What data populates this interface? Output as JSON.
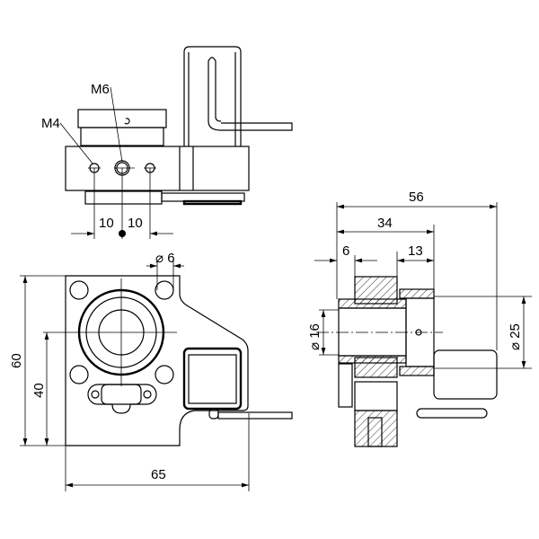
{
  "top_view": {
    "thread_large": "M6",
    "thread_small": "M4",
    "spacing_left": "10",
    "spacing_right": "10"
  },
  "front_view": {
    "hole_diameter": "⌀ 6",
    "height_total": "60",
    "height_center": "40",
    "width_total": "65"
  },
  "section_view": {
    "length_total": "56",
    "length_body": "34",
    "length_collar": "6",
    "length_head": "13",
    "bore_diameter": "⌀ 16",
    "head_diameter": "⌀ 25"
  }
}
